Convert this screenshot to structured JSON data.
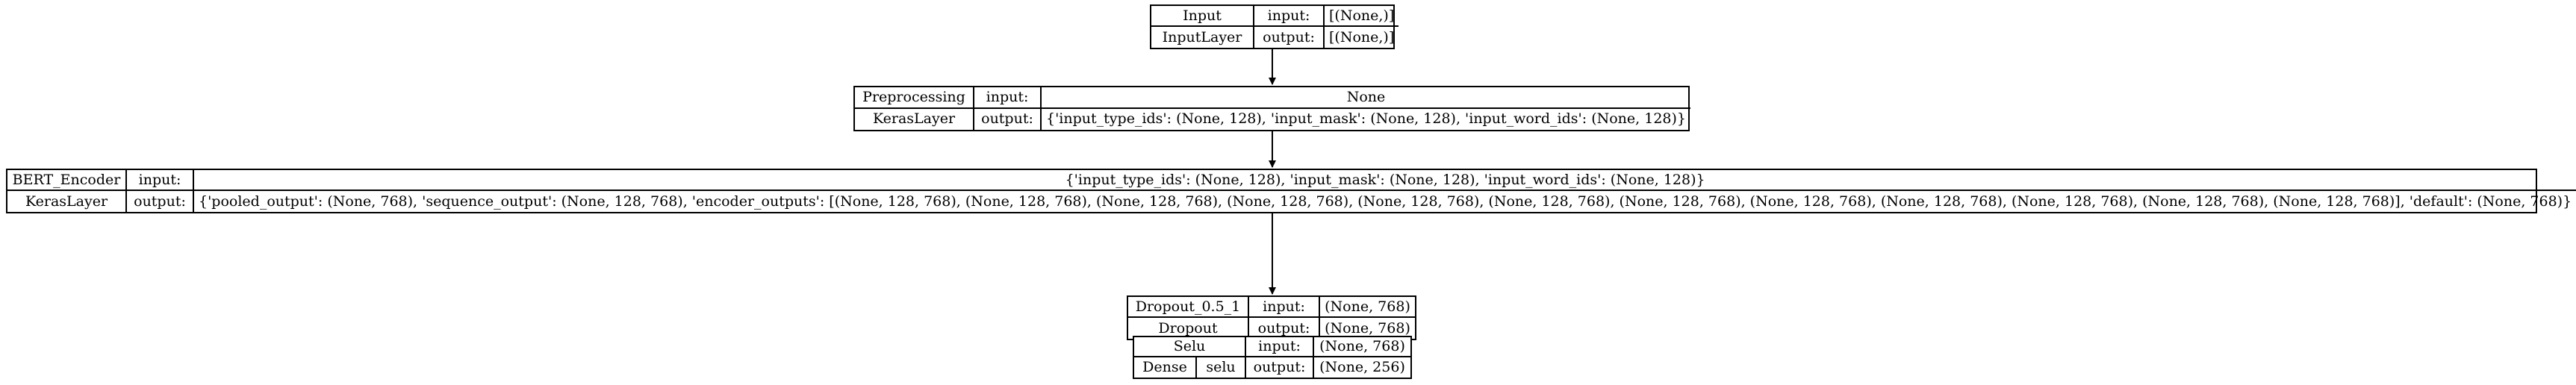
{
  "nodes": {
    "input": {
      "name": "Input",
      "type": "InputLayer",
      "input_label": "input:",
      "output_label": "output:",
      "input_shape": "[(None,)]",
      "output_shape": "[(None,)]"
    },
    "preprocessing": {
      "name": "Preprocessing",
      "type": "KerasLayer",
      "input_label": "input:",
      "output_label": "output:",
      "input_shape": "None",
      "output_shape": "{'input_type_ids': (None, 128), 'input_mask': (None, 128), 'input_word_ids': (None, 128)}"
    },
    "bert_encoder": {
      "name": "BERT_Encoder",
      "type": "KerasLayer",
      "input_label": "input:",
      "output_label": "output:",
      "input_shape": "{'input_type_ids': (None, 128), 'input_mask': (None, 128), 'input_word_ids': (None, 128)}",
      "output_shape": "{'pooled_output': (None, 768), 'sequence_output': (None, 128, 768), 'encoder_outputs': [(None, 128, 768), (None, 128, 768), (None, 128, 768), (None, 128, 768), (None, 128, 768), (None, 128, 768), (None, 128, 768), (None, 128, 768), (None, 128, 768), (None, 128, 768), (None, 128, 768), (None, 128, 768)], 'default': (None, 768)}"
    },
    "dropout": {
      "name": "Dropout_0.5_1",
      "type": "Dropout",
      "input_label": "input:",
      "output_label": "output:",
      "input_shape": "(None, 768)",
      "output_shape": "(None, 768)"
    },
    "selu": {
      "name": "Selu",
      "type": "Dense",
      "activation": "selu",
      "input_label": "input:",
      "output_label": "output:",
      "input_shape": "(None, 768)",
      "output_shape": "(None, 256)"
    }
  },
  "colors": {
    "stroke": "#000000",
    "background": "#ffffff"
  }
}
